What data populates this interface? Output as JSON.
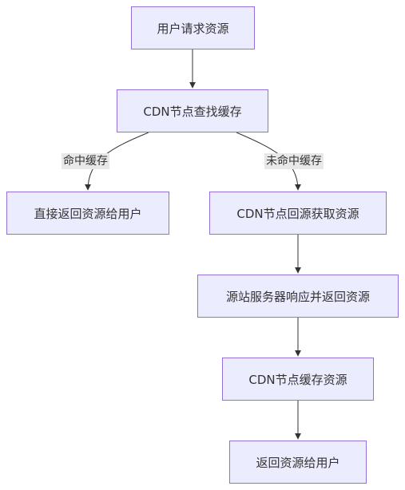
{
  "nodes": {
    "request": "用户请求资源",
    "lookup": "CDN节点查找缓存",
    "hit_return": "直接返回资源给用户",
    "fetch_origin": "CDN节点回源获取资源",
    "origin_respond": "源站服务器响应并返回资源",
    "cache": "CDN节点缓存资源",
    "return_user": "返回资源给用户"
  },
  "edges": {
    "hit_label": "命中缓存",
    "miss_label": "未命中缓存"
  },
  "colors": {
    "node_fill": "#ECECFF",
    "node_stroke": "#9370DB",
    "edge": "#333333",
    "label_bg": "#e8e8e8"
  }
}
